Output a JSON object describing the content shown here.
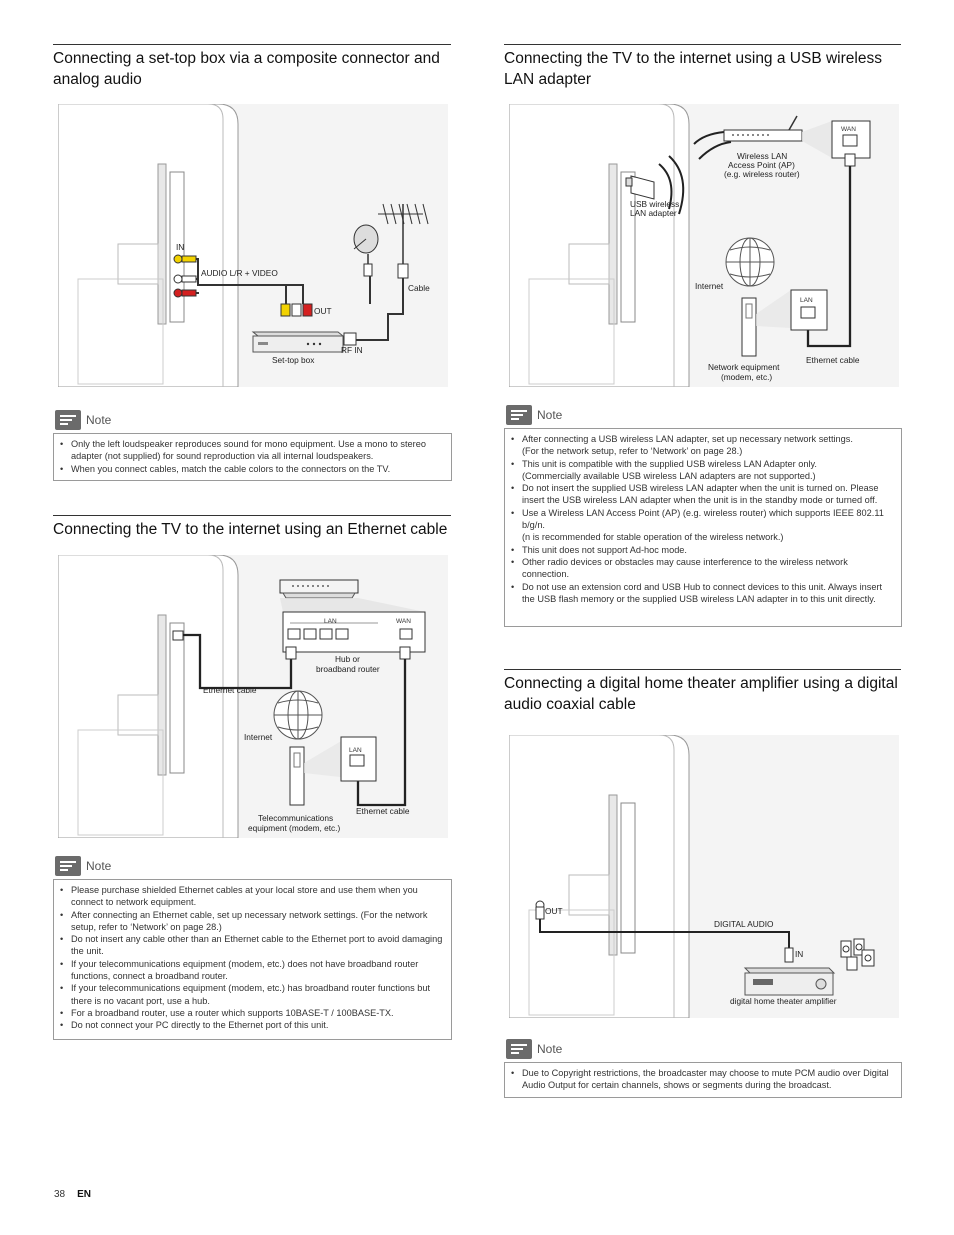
{
  "sections": {
    "stb": {
      "title": "Connecting a set-top box via a composite connector and analog audio",
      "labels": {
        "in": "IN",
        "audio_video": "AUDIO L/R + VIDEO",
        "out": "OUT",
        "cable": "Cable",
        "rf_in": "RF IN",
        "set_top_box": "Set-top box"
      },
      "note_label": "Note",
      "notes": [
        "Only the left loudspeaker reproduces sound for mono equipment. Use a mono to stereo adapter (not supplied) for sound reproduction via all internal loudspeakers.",
        "When you connect cables, match the cable colors to the connectors on the TV."
      ]
    },
    "ethernet": {
      "title": "Connecting the TV to the internet using an Ethernet cable",
      "labels": {
        "lan": "LAN",
        "wan": "WAN",
        "hub": "Hub or\nbroadband router",
        "ethernet_cable_left": "Ethernet cable",
        "internet": "Internet",
        "lan2": "LAN",
        "ethernet_cable_right": "Ethernet cable",
        "telecom": "Telecommunications\nequipment (modem, etc.)"
      },
      "note_label": "Note",
      "notes": [
        "Please purchase shielded Ethernet cables at your local store and use them when you connect to network equipment.",
        "After connecting an Ethernet cable, set up necessary network settings. (For the network setup, refer to ‘Network’ on page 28.)",
        "Do not insert any cable other than an Ethernet cable to the Ethernet port to avoid damaging the unit.",
        "If your telecommunications equipment (modem, etc.) does not have broadband router functions, connect a broadband router.",
        "If your telecommunications equipment (modem, etc.) has broadband router functions but there is no vacant port, use a hub.",
        "For a broadband router, use a router which supports 10BASE-T / 100BASE-TX.",
        "Do not connect your PC directly to the Ethernet port of this unit."
      ]
    },
    "wireless": {
      "title": "Connecting the TV to the internet using a USB wireless LAN adapter",
      "labels": {
        "wan": "WAN",
        "access_point": "Wireless LAN\nAccess Point (AP)\n(e.g. wireless router)",
        "usb_adapter": "USB wireless\nLAN adapter",
        "internet": "Internet",
        "lan": "LAN",
        "network_equipment": "Network equipment\n(modem, etc.)",
        "ethernet_cable": "Ethernet cable"
      },
      "note_label": "Note",
      "notes": [
        "After connecting a USB wireless LAN adapter, set up necessary network settings.\n(For the network setup, refer to ‘Network’ on page 28.)",
        "This unit is compatible with the supplied USB wireless LAN Adapter only.\n(Commercially available USB wireless LAN adapters are not supported.)",
        "Do not insert the supplied USB wireless LAN adapter when the unit is turned on. Please insert the USB wireless LAN adapter when the unit is in the standby mode or turned off.",
        "Use a Wireless LAN Access Point (AP) (e.g. wireless router) which supports IEEE 802.11 b/g/n.\n(n is recommended for stable operation of the wireless network.)",
        "This unit does not support Ad-hoc mode.",
        "Other radio devices or obstacles may cause interference to the wireless network connection.",
        "Do not use an extension cord and USB Hub to connect devices to this unit. Always insert the USB flash memory or the supplied USB wireless LAN adapter in to this unit directly."
      ]
    },
    "digital": {
      "title": "Connecting a digital home theater amplifier using a digital audio coaxial cable",
      "labels": {
        "out": "OUT",
        "digital_audio": "DIGITAL AUDIO",
        "in": "IN",
        "amplifier": "digital home theater amplifier"
      },
      "note_label": "Note",
      "notes": [
        "Due to Copyright restrictions, the broadcaster may choose to mute PCM audio over Digital Audio Output for certain channels, shows or segments during the broadcast."
      ]
    }
  },
  "footer": {
    "page": "38",
    "lang": "EN"
  }
}
